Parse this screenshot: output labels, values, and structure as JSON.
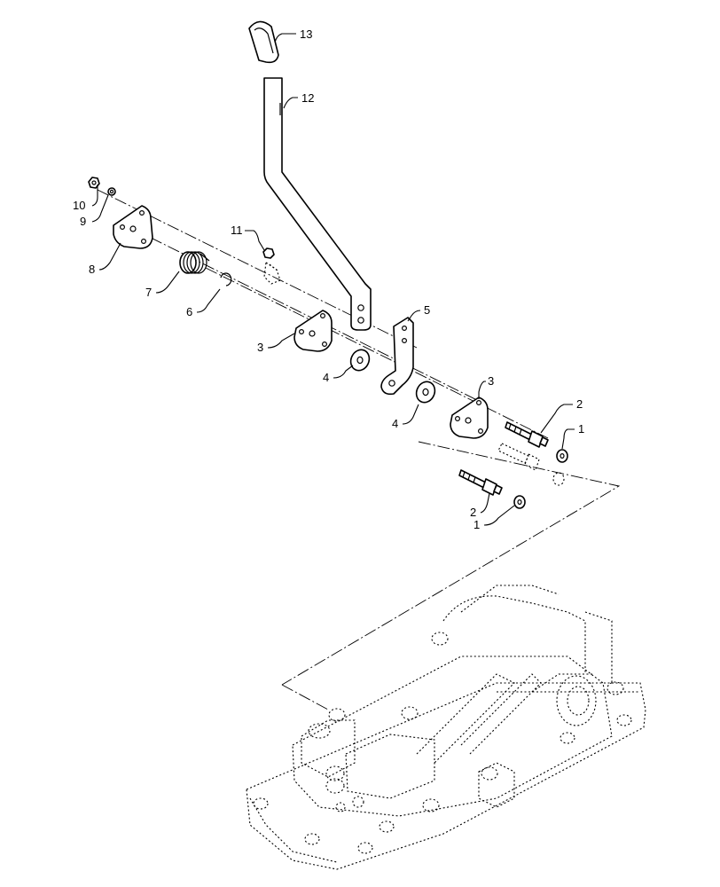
{
  "callouts": {
    "c1a": "1",
    "c1b": "1",
    "c2a": "2",
    "c2b": "2",
    "c3a": "3",
    "c3b": "3",
    "c4a": "4",
    "c4b": "4",
    "c5": "5",
    "c6": "6",
    "c7": "7",
    "c8": "8",
    "c9": "9",
    "c10": "10",
    "c11": "11",
    "c12": "12",
    "c13": "13"
  },
  "icons": {
    "knob": "lever-knob-icon",
    "lever": "control-lever-icon",
    "housing": "hydraulic-lift-housing-icon"
  }
}
